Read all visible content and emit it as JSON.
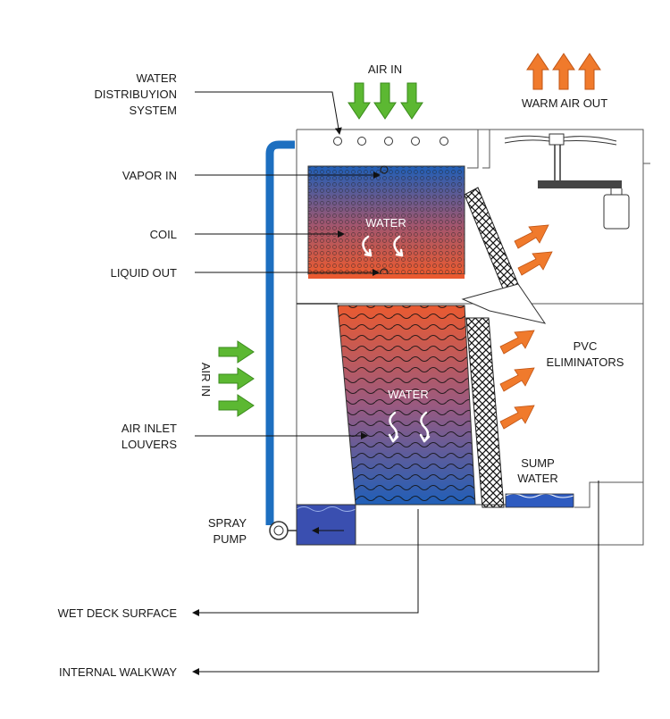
{
  "labels": {
    "water_distribution_1": "WATER",
    "water_distribution_2": "DISTRIBUYION",
    "water_distribution_3": "SYSTEM",
    "air_in_top": "AIR IN",
    "warm_air_out": "WARM AIR OUT",
    "vapor_in": "VAPOR IN",
    "coil": "COIL",
    "liquid_out": "LIQUID OUT",
    "air_in_side": "AIR IN",
    "pvc_eliminators_1": "PVC",
    "pvc_eliminators_2": "ELIMINATORS",
    "air_inlet_louvers_1": "AIR INLET",
    "air_inlet_louvers_2": "LOUVERS",
    "sump_water_1": "SUMP",
    "sump_water_2": "WATER",
    "spray_pump_1": "SPRAY",
    "spray_pump_2": "PUMP",
    "wet_deck_surface": "WET DECK SURFACE",
    "internal_walkway": "INTERNAL WALKWAY",
    "coil_water": "WATER",
    "deck_water": "WATER"
  },
  "colors": {
    "green_arrow": "#5cb832",
    "orange_arrow": "#f07a2c",
    "blue_pipe": "#1d6fc0",
    "hot": "#e8613c",
    "cold": "#1f5fb8",
    "outline": "#555555"
  }
}
